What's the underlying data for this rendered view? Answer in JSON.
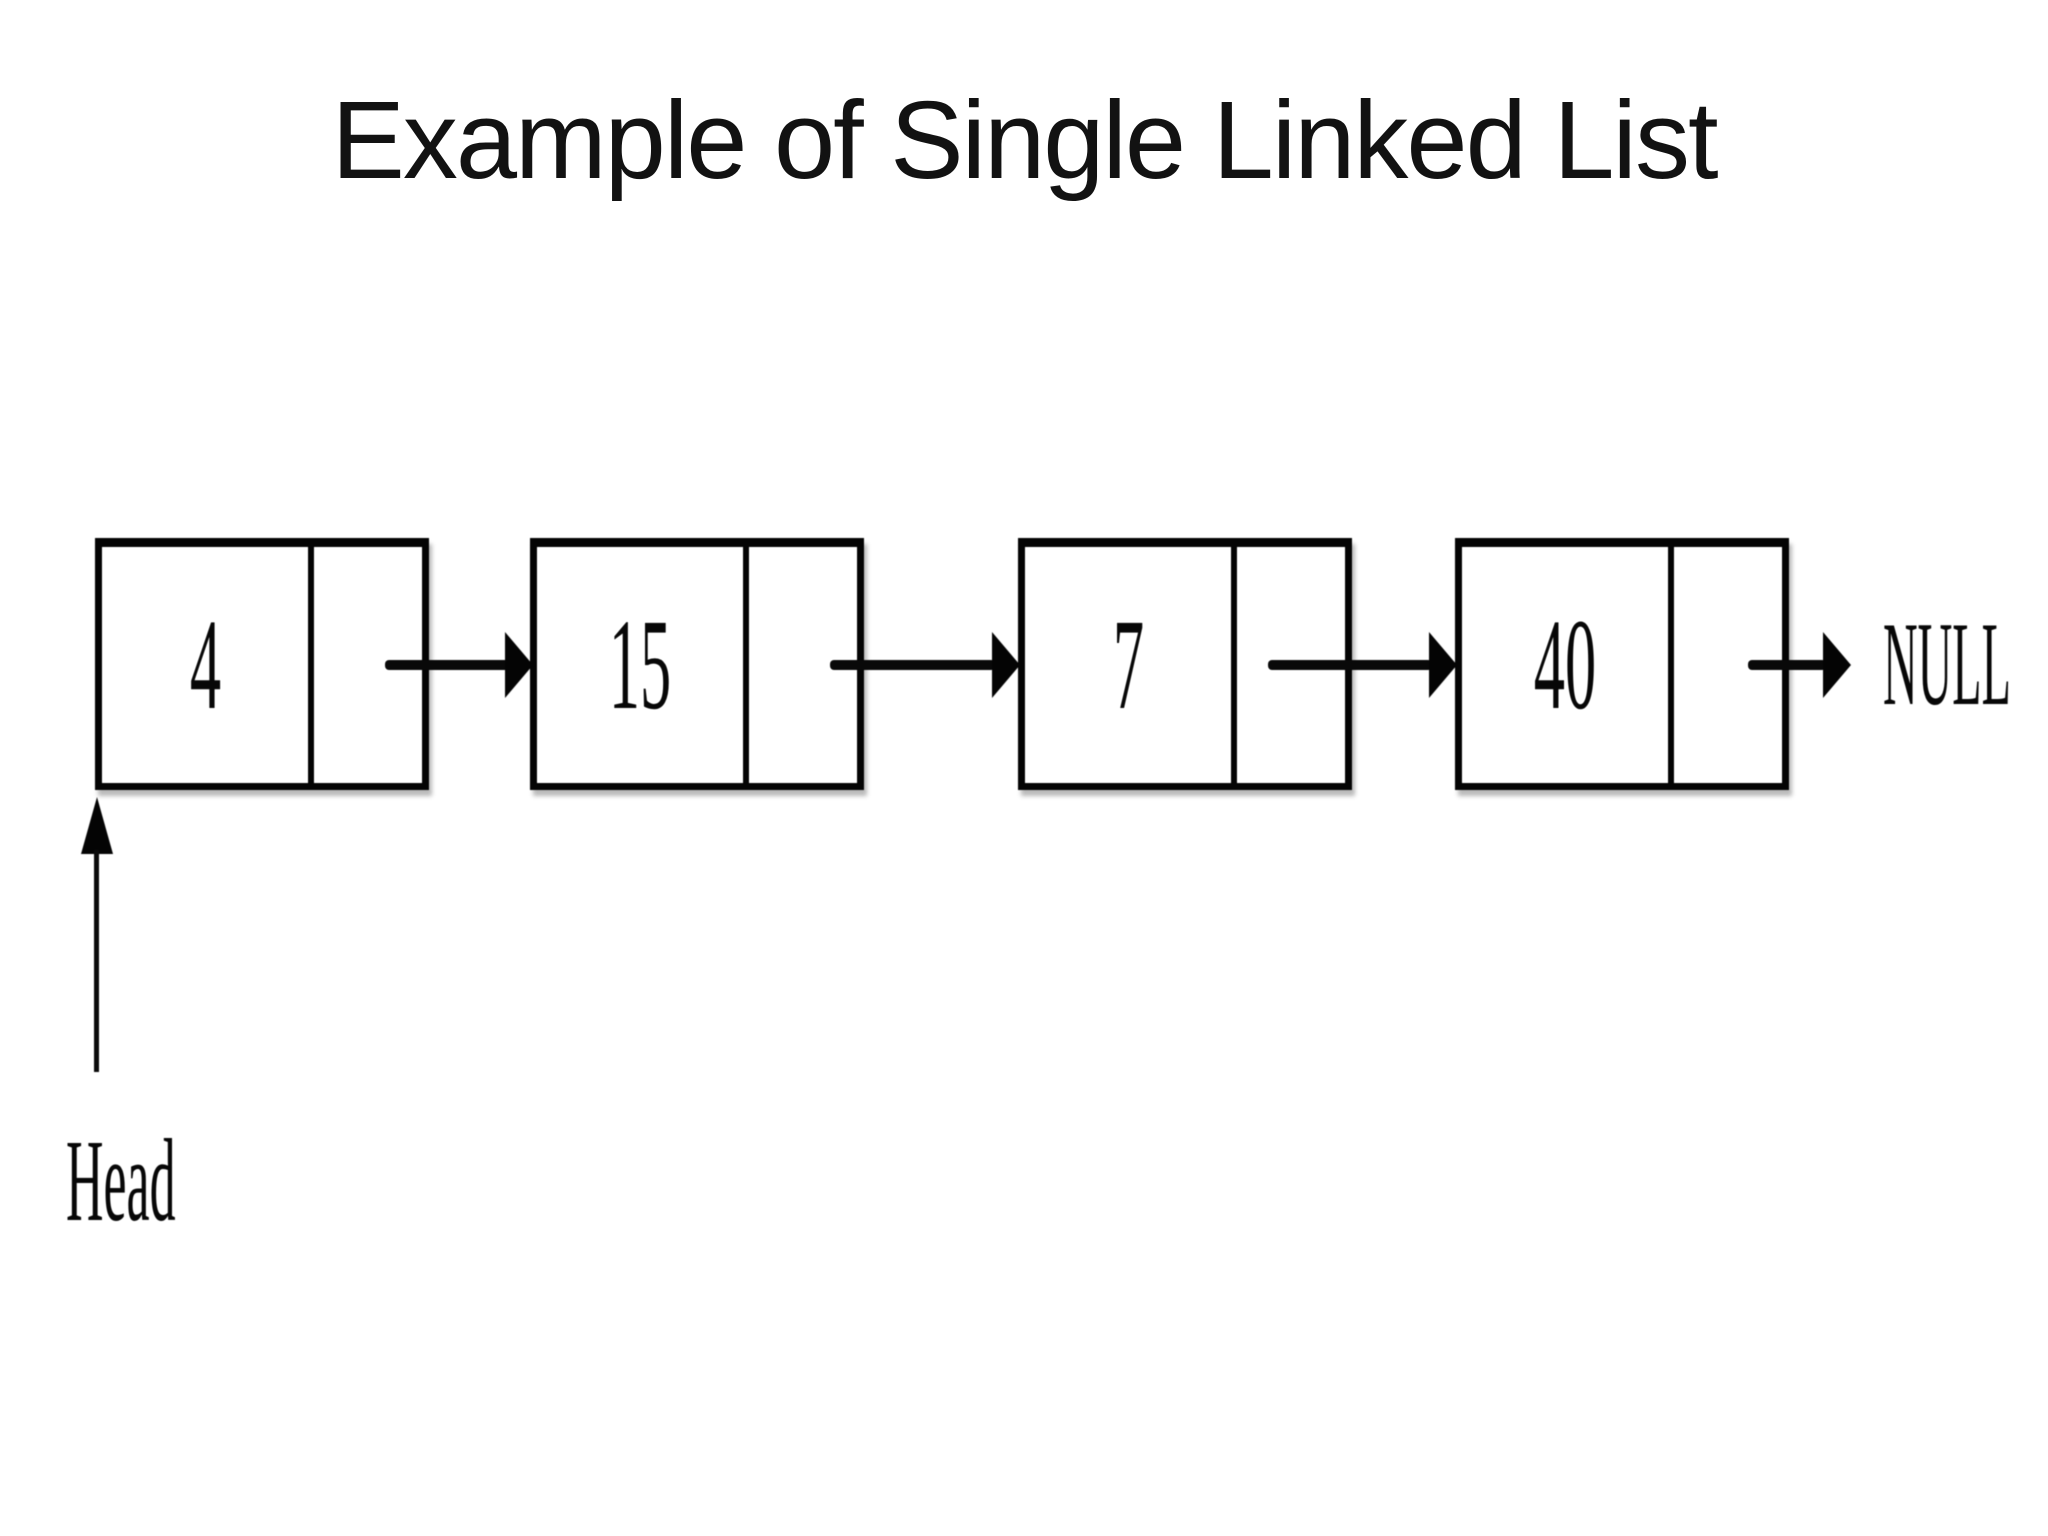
{
  "slide": {
    "title": "Example of Single Linked List",
    "diagram": {
      "nodes": [
        {
          "value": "4"
        },
        {
          "value": "15"
        },
        {
          "value": "7"
        },
        {
          "value": "40"
        }
      ],
      "tail_label": "NULL",
      "head_label": "Head"
    },
    "colors": {
      "background": "#ffffff",
      "ink": "#121212"
    }
  }
}
